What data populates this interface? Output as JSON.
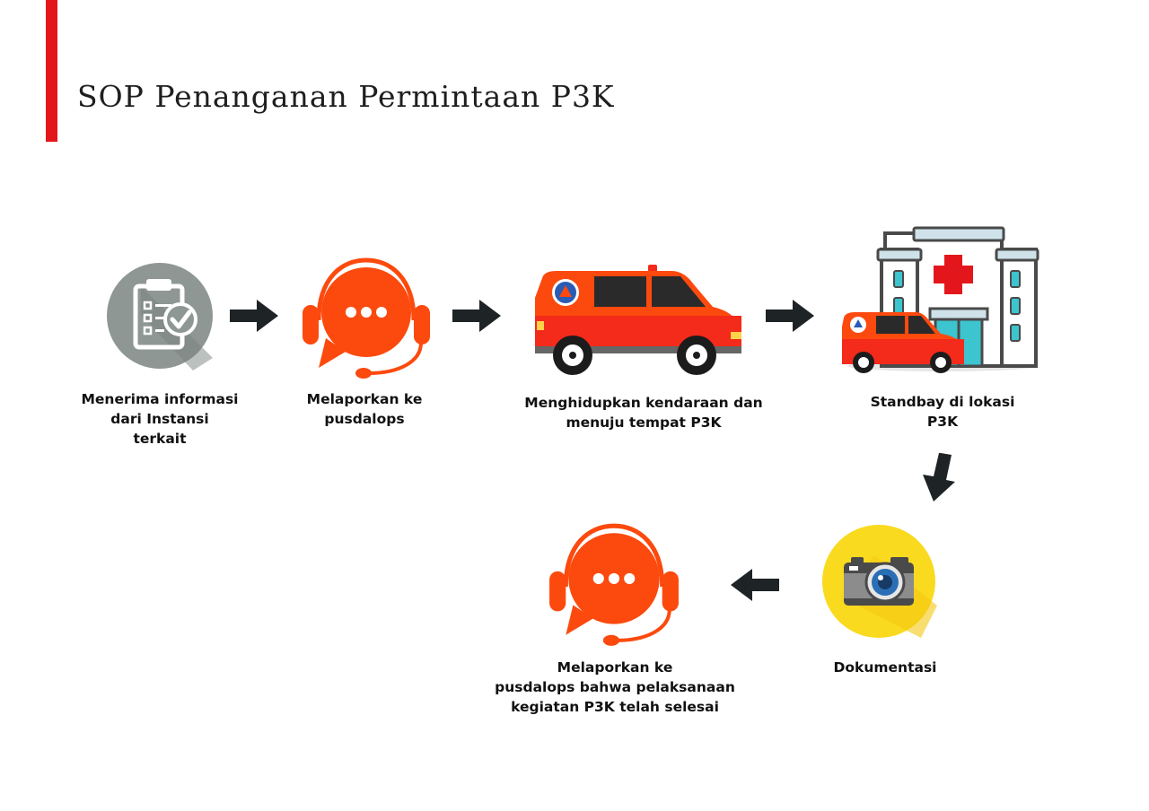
{
  "title": "SOP Penanganan Permintaan P3K",
  "colors": {
    "accent": "#e3171b",
    "gray_circle": "#8f9794",
    "orange": "#fc4a0e",
    "ambulance_red": "#f42a1a",
    "arrow": "#1e2326",
    "yellow_circle": "#f9da1f"
  },
  "steps": [
    {
      "label": "Menerima informasi\ndari Instansi\nterkait",
      "icon": "clipboard-check-icon"
    },
    {
      "label": "Melaporkan ke\npusdalops",
      "icon": "headset-chat-icon"
    },
    {
      "label": "Menghidupkan kendaraan dan\nmenuju tempat P3K",
      "icon": "ambulance-icon"
    },
    {
      "label": "Standbay di lokasi\nP3K",
      "icon": "hospital-ambulance-icon"
    },
    {
      "label": "Dokumentasi",
      "icon": "camera-icon"
    },
    {
      "label": "Melaporkan ke\npusdalops bahwa pelaksanaan\nkegiatan P3K telah selesai",
      "icon": "headset-chat-icon"
    }
  ]
}
